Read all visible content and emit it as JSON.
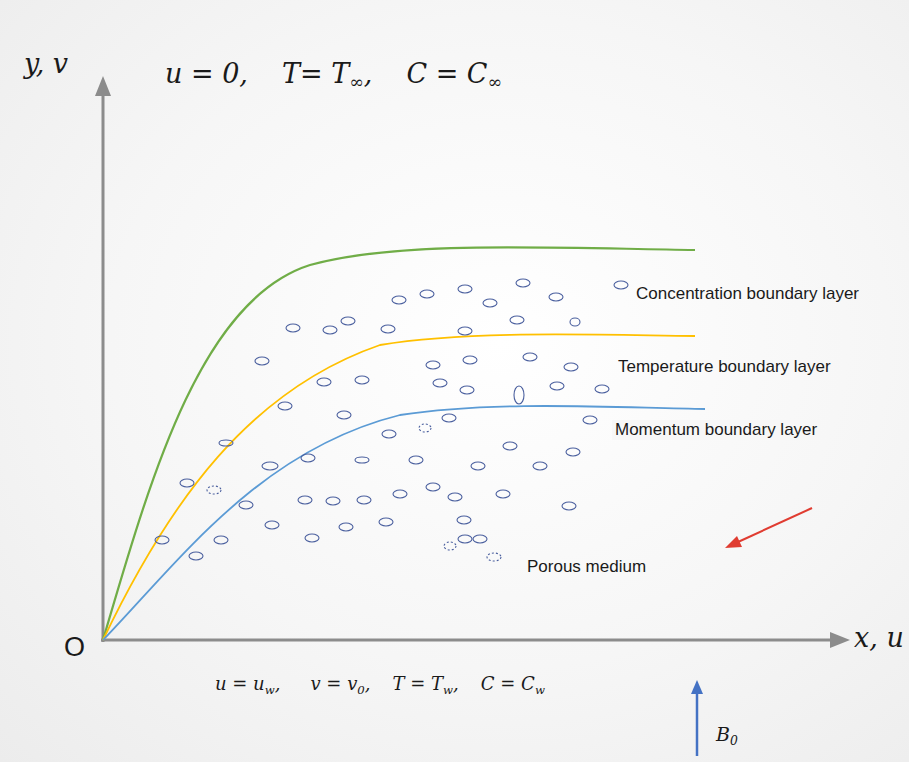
{
  "diagram": {
    "labels": [
      "y, v",
      "u = 0,",
      "T= T",
      "∞",
      ",",
      "C = C",
      "∞",
      "Concentration boundary layer",
      "Temperature boundary layer",
      "Momentum boundary layer",
      "Porous medium",
      "O",
      "x, u",
      "u = u",
      "w",
      ",",
      "v = v",
      "0",
      ",",
      "T = T",
      "w",
      ",",
      "C = C",
      "w",
      "B",
      "0"
    ]
  }
}
